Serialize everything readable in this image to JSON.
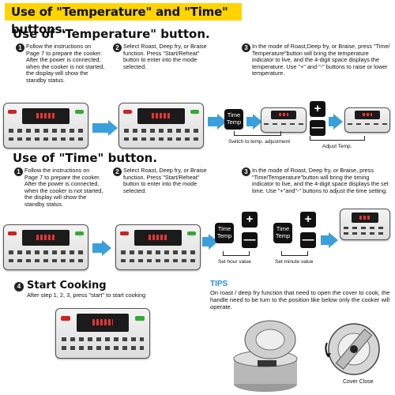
{
  "banner": {
    "title": "Use of \"Temperature\" and \"Time\" buttons."
  },
  "temp": {
    "heading": "Use of \"Temperature\" button.",
    "steps": [
      {
        "n": "1",
        "text": "Follow the instructions on Page 7 to prepare the cooker. After the power is connected, when the cooker is not started, the display will show the standby status."
      },
      {
        "n": "2",
        "text": "Select Roast, Deep fry, or Braise function. Press \"Start/Reheat\" button to enter into the mode selected."
      },
      {
        "n": "3",
        "text": "In the mode of Roast,Deep fry, or Braise, press \"Time/ Temperature\"button will bring the temperature indicator to live, and the 4-digit space displays the temperature. Use \"+\" and \"-\" buttons to raise or lower temperature."
      }
    ],
    "time_temp_label": "Time Temp",
    "caption_switch": "Switch to temp. adjustment",
    "caption_adjust": "Adjust Temp."
  },
  "time": {
    "heading": "Use of \"Time\" button.",
    "steps": [
      {
        "n": "1",
        "text": "Follow the instructions on Page 7 to prepare the cooker. After the power is connected, when the cooker is not started, the display will show the standby status."
      },
      {
        "n": "2",
        "text": "Select Roast, Deep fry, or Braise function. Press \"Start/Reheat\" button to enter into the mode selected."
      },
      {
        "n": "3",
        "text": "In the mode of Roast, Deep fry, or Braise, press \"Time/Temperature\"button will bring the timing indicator to live, and the 4-digit space displays the set time. Use \"+\"and\"-\" buttons to adjust the time setting."
      }
    ],
    "time_temp_label": "Time Temp",
    "caption_hour": "Set hour value",
    "caption_minute": "Set minute value"
  },
  "start": {
    "n": "4",
    "heading": "Start Cooking",
    "text": "After step 1, 2, 3, press \"start\" to start cooking"
  },
  "tips": {
    "heading": "TIPS",
    "text": "On roast / deep fry function that need to open the cover to cook, the handle need to be turn to the position like below only the cooker will operate.",
    "cover_close": "Cover Close"
  },
  "plus_symbol": "+",
  "minus_symbol": "—"
}
